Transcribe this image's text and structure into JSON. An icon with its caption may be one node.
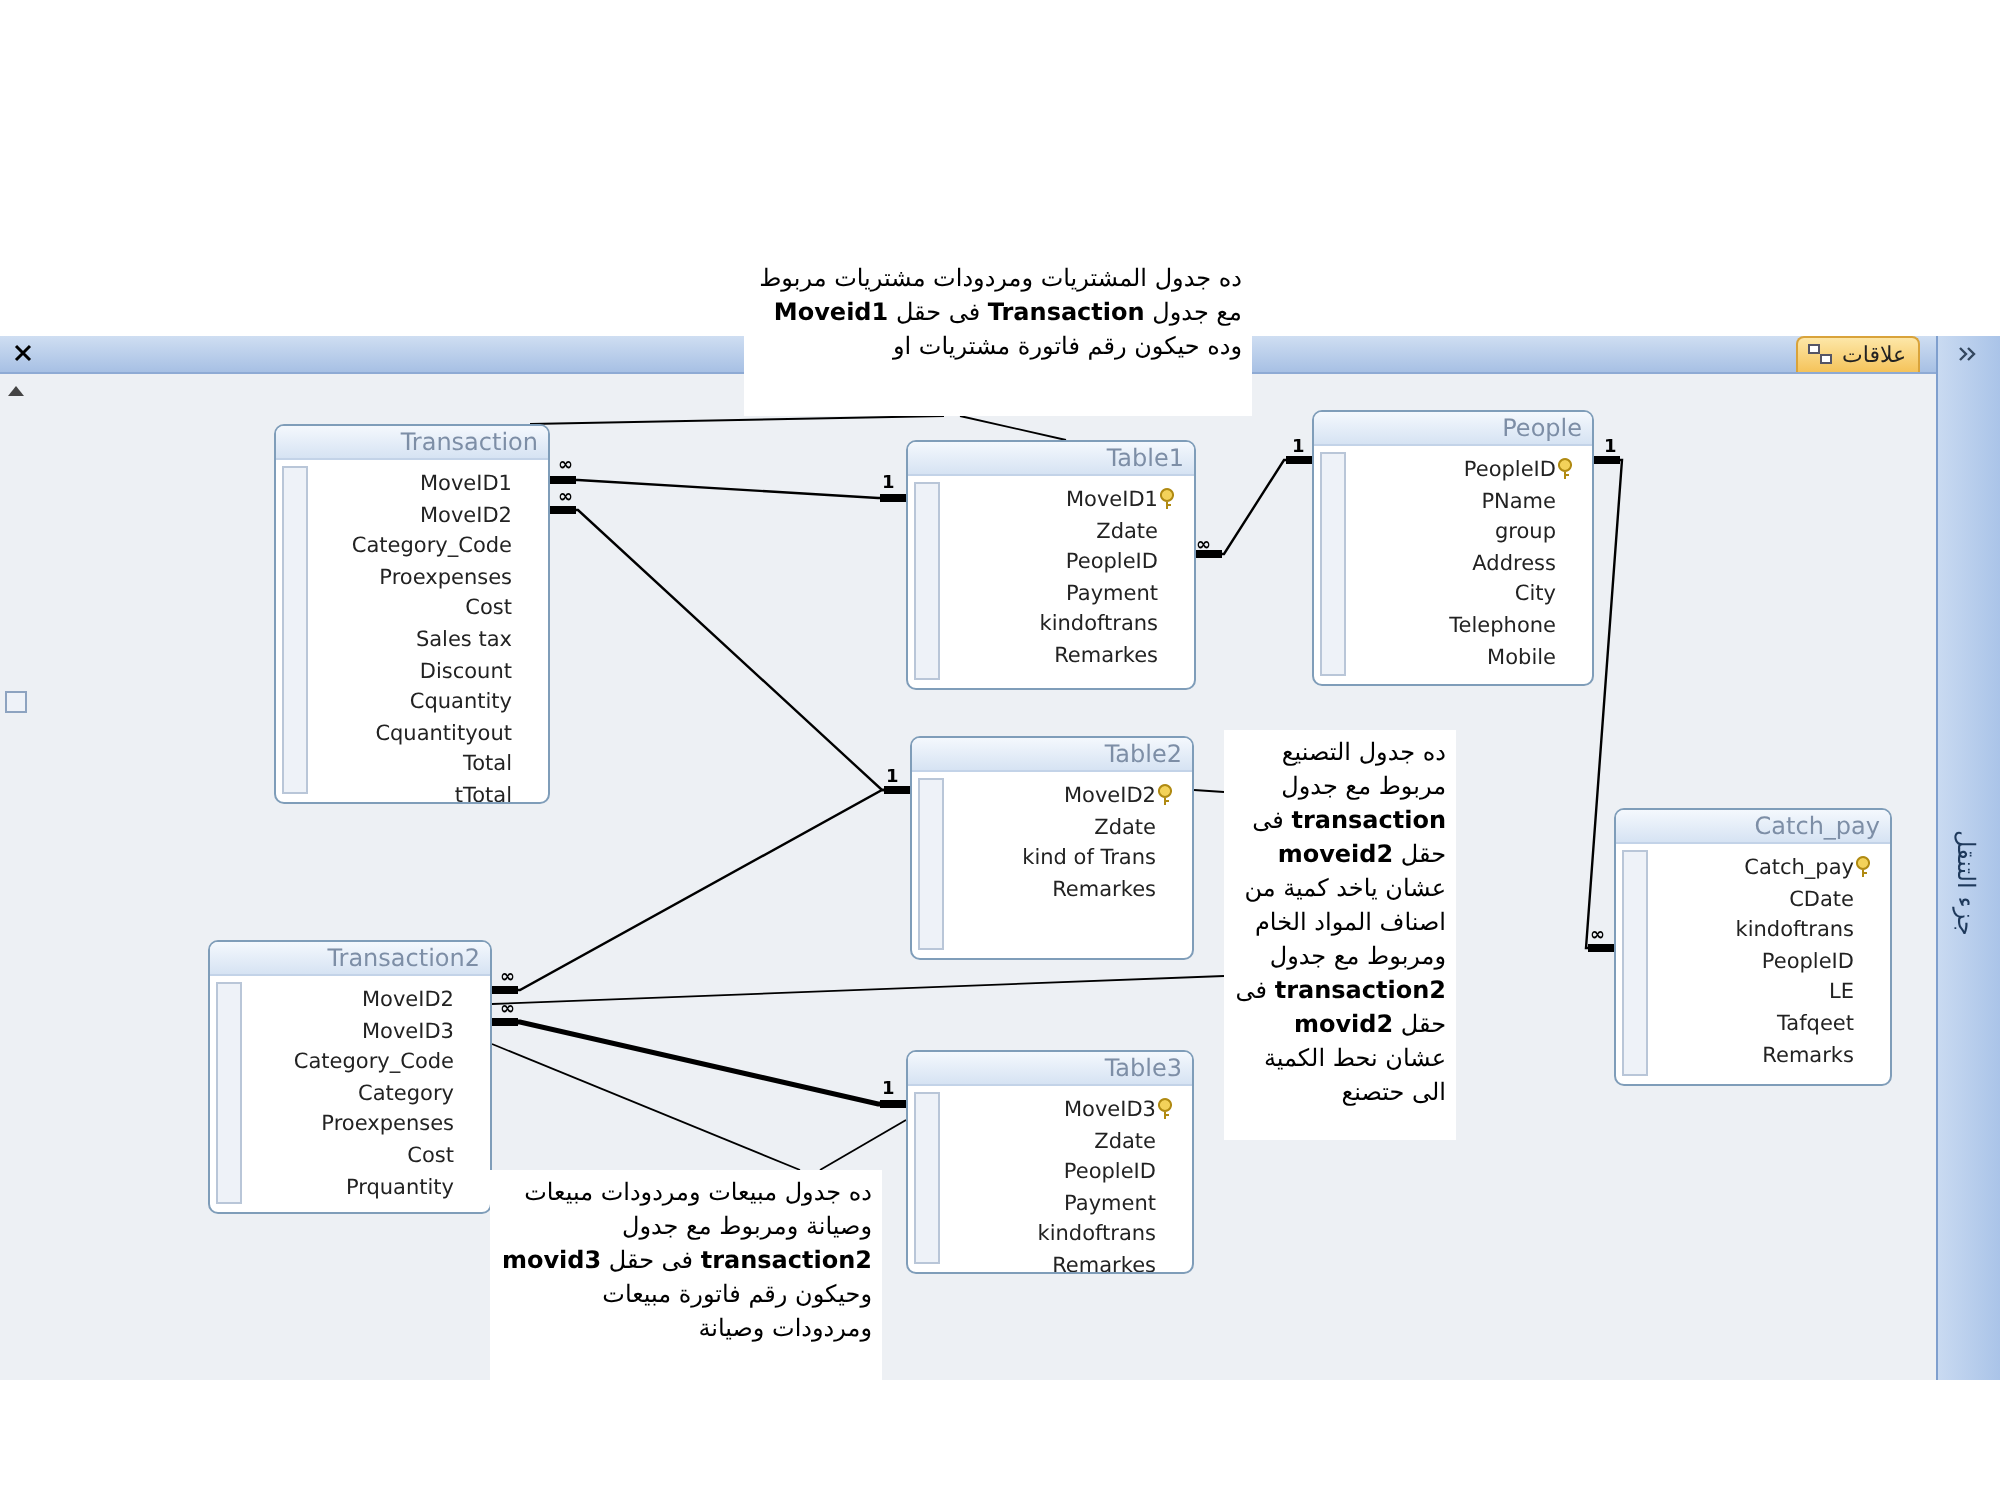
{
  "diagram": {
    "nodes": [
      {
        "text": [
          "ده جدول المشتريات ومردودات مشتريات مربوط مع جدول **Transaction** فى حقل **Moveid1** وده حيكون رقم فاتورة مشتريات او"
        ]
      },
      {
        "text": [
          "Transaction",
          "MoveID1",
          "MoveID2",
          "Category_Code",
          "Proexpenses",
          "Cost",
          "Sales tax",
          "Discount",
          "Cquantity",
          "Cquantityout",
          "Total",
          "tTotal"
        ]
      },
      {
        "text": [
          "Table1",
          "MoveID1",
          "Zdate",
          "PeopleID",
          "Payment",
          "kindoftrans",
          "Remarkes"
        ]
      },
      {
        "text": [
          "People",
          "PeopleID",
          "PName",
          "group",
          "Address",
          "City",
          "Telephone",
          "Mobile"
        ]
      },
      {
        "text": [
          "Table2",
          "MoveID2",
          "Zdate",
          "kind of Trans",
          "Remarkes"
        ]
      },
      {
        "text": [
          "ده جدول التصنيع مربوط مع جدول **transaction** فى حقل **moveid2** عشان ياخد كمية من اصناف المواد الخام ومربوط مع جدول **transaction2** فى حقل **movid2** عشان نحط الكمية الى حتصنع"
        ]
      },
      {
        "text": [
          "Catch_pay",
          "Catch_pay",
          "CDate",
          "kindoftrans",
          "PeopleID",
          "LE",
          "Tafqeet",
          "Remarks"
        ]
      },
      {
        "text": [
          "Transaction2",
          "MoveID2",
          "MoveID3",
          "Category_Code",
          "Category",
          "Proexpenses",
          "Cost",
          "Prquantity"
        ]
      },
      {
        "text": [
          "Table3",
          "MoveID3",
          "Zdate",
          "PeopleID",
          "Payment",
          "kindoftrans",
          "Remarkes"
        ]
      },
      {
        "text": [
          "ده جدول مبيعات ومردودات مبيعات وصيانة ومربوط مع جدول **transaction2** فى حقل **movid3** وحيكون رقم فاتورة مبيعات ومردودات وصيانة"
        ]
      }
    ],
    "edges": [
      {
        "from": 1,
        "to": 2,
        "arrow": "other"
      },
      {
        "from": 1,
        "to": 4,
        "arrow": "other"
      },
      {
        "from": 2,
        "to": 3,
        "arrow": "other"
      },
      {
        "from": 3,
        "to": 6,
        "arrow": "other"
      },
      {
        "from": 7,
        "to": 4,
        "arrow": "other"
      },
      {
        "from": 7,
        "to": 8,
        "arrow": "other",
        "style": "thick"
      },
      {
        "from": 0,
        "to": 1,
        "arrow": "none"
      },
      {
        "from": 0,
        "to": 2,
        "arrow": "none"
      },
      {
        "from": 5,
        "to": 4,
        "arrow": "none"
      },
      {
        "from": 5,
        "to": 7,
        "arrow": "none"
      },
      {
        "from": 9,
        "to": 7,
        "arrow": "none"
      },
      {
        "from": 9,
        "to": 8,
        "arrow": "none"
      }
    ],
    "labels": [
      "علاقات",
      "∞",
      "1",
      "1",
      "1",
      "∞",
      "∞",
      "1",
      "جزء التنقل",
      "∞",
      "∞",
      "∞",
      "1"
    ]
  }
}
